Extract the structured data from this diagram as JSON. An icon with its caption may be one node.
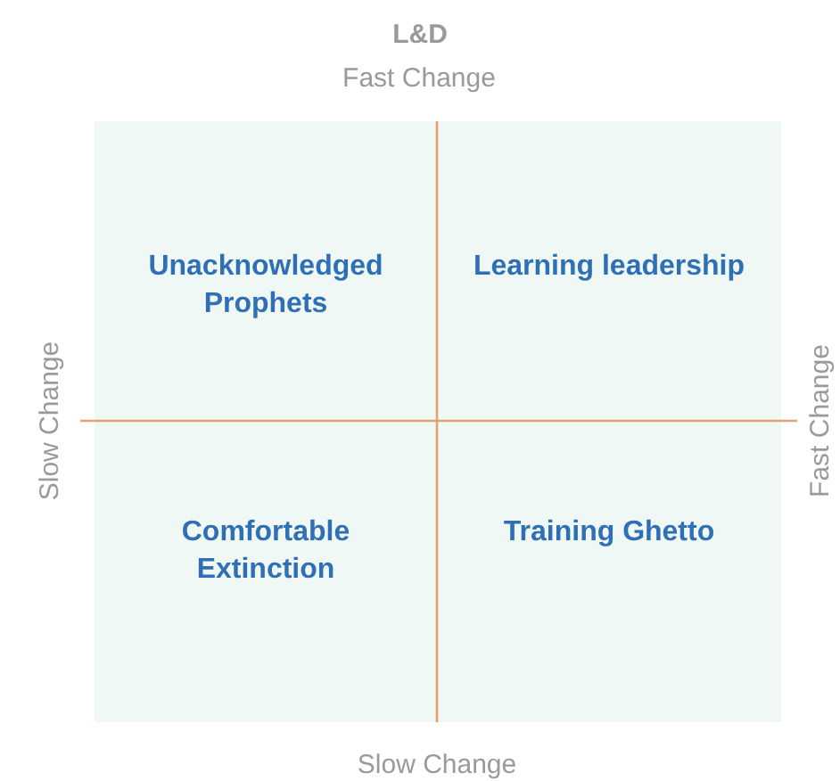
{
  "diagram": {
    "title": "L&D",
    "nodes": [
      {
        "text": [
          "Unacknowledged Prophets"
        ]
      },
      {
        "text": [
          "Learning leadership"
        ]
      },
      {
        "text": [
          "Comfortable Extinction"
        ]
      },
      {
        "text": [
          "Training Ghetto"
        ]
      }
    ],
    "labels": [
      "Fast Change",
      "Slow Change",
      "Fast Change",
      "Slow Change"
    ]
  }
}
